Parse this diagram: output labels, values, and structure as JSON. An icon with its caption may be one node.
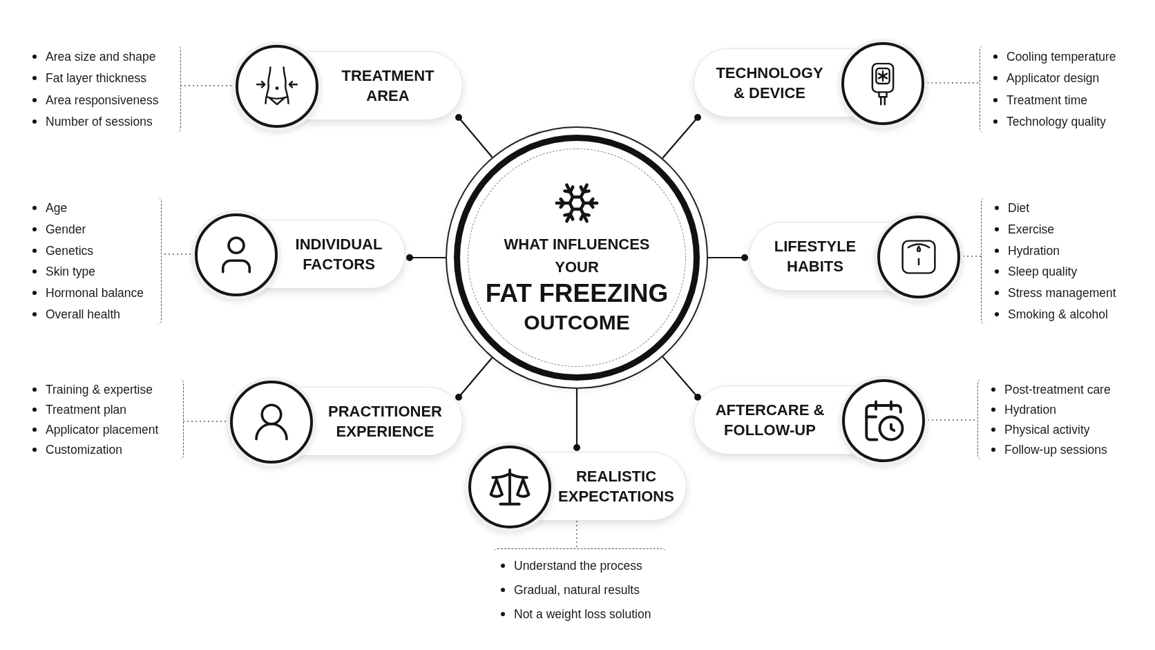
{
  "diagram": {
    "nodes": [
      {
        "text": [
          "WHAT INFLUENCES YOUR",
          "FAT FREEZING",
          "OUTCOME"
        ]
      },
      {
        "text": [
          "TREATMENT AREA"
        ]
      },
      {
        "text": [
          "Area size and shape",
          "Fat layer thickness",
          "Area responsiveness",
          "Number of sessions"
        ]
      },
      {
        "text": [
          "TECHNOLOGY & DEVICE"
        ]
      },
      {
        "text": [
          "Cooling temperature",
          "Applicator design",
          "Treatment time",
          "Technology quality"
        ]
      },
      {
        "text": [
          "INDIVIDUAL FACTORS"
        ]
      },
      {
        "text": [
          "Age",
          "Gender",
          "Genetics",
          "Skin type",
          "Hormonal balance",
          "Overall health"
        ]
      },
      {
        "text": [
          "LIFESTYLE HABITS"
        ]
      },
      {
        "text": [
          "Diet",
          "Exercise",
          "Hydration",
          "Sleep quality",
          "Stress management",
          "Smoking & alcohol"
        ]
      },
      {
        "text": [
          "PRACTITIONER EXPERIENCE"
        ]
      },
      {
        "text": [
          "Training & expertise",
          "Treatment plan",
          "Applicator placement",
          "Customization"
        ]
      },
      {
        "text": [
          "AFTERCARE & FOLLOW-UP"
        ]
      },
      {
        "text": [
          "Post-treatment care",
          "Hydration",
          "Physical activity",
          "Follow-up sessions"
        ]
      },
      {
        "text": [
          "REALISTIC EXPECTATIONS"
        ]
      },
      {
        "text": [
          "Understand the process",
          "Gradual, natural results",
          "Not a weight loss solution"
        ]
      }
    ],
    "edges": [
      {
        "from": 0,
        "to": 1,
        "arrow": "other"
      },
      {
        "from": 0,
        "to": 3,
        "arrow": "other"
      },
      {
        "from": 0,
        "to": 5,
        "arrow": "other"
      },
      {
        "from": 0,
        "to": 7,
        "arrow": "other"
      },
      {
        "from": 0,
        "to": 9,
        "arrow": "other"
      },
      {
        "from": 0,
        "to": 11,
        "arrow": "other"
      },
      {
        "from": 0,
        "to": 13,
        "arrow": "other"
      },
      {
        "from": 1,
        "to": 2,
        "arrow": "none",
        "style": "dashed"
      },
      {
        "from": 3,
        "to": 4,
        "arrow": "none",
        "style": "dashed"
      },
      {
        "from": 5,
        "to": 6,
        "arrow": "none",
        "style": "dashed"
      },
      {
        "from": 7,
        "to": 8,
        "arrow": "none",
        "style": "dashed"
      },
      {
        "from": 9,
        "to": 10,
        "arrow": "none",
        "style": "dashed"
      },
      {
        "from": 11,
        "to": 12,
        "arrow": "none",
        "style": "dashed"
      },
      {
        "from": 13,
        "to": 14,
        "arrow": "none",
        "style": "dashed"
      }
    ]
  }
}
